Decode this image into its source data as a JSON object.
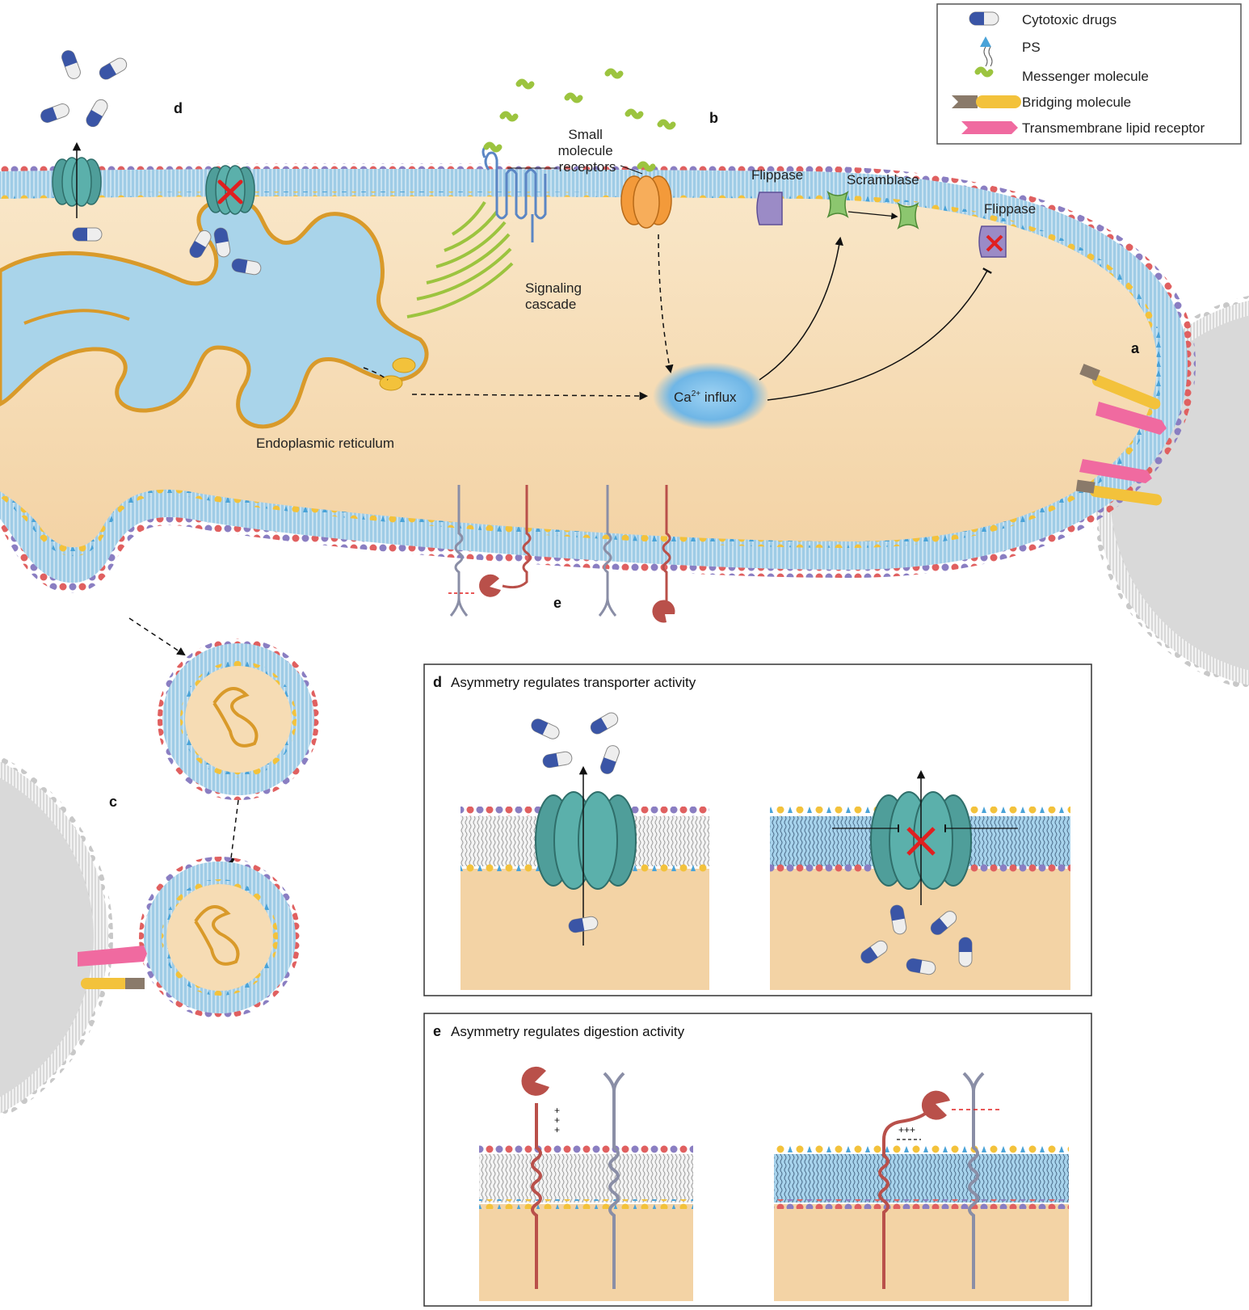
{
  "legend": {
    "items": [
      {
        "label": "Cytotoxic drugs",
        "icon": "capsule-icon"
      },
      {
        "label": "PS",
        "icon": "ps-arrow-icon"
      },
      {
        "label": "Messenger molecule",
        "icon": "messenger-molecule-icon"
      },
      {
        "label": "Bridging molecule",
        "icon": "bridging-molecule-icon"
      },
      {
        "label": "Transmembrane lipid receptor",
        "icon": "lipid-receptor-icon"
      }
    ]
  },
  "panels": {
    "a": "a",
    "b": "b",
    "c": "c",
    "d": "d",
    "e": "e"
  },
  "labels": {
    "small_molecule_receptors": [
      "Small",
      "molecule",
      "receptors"
    ],
    "signaling_cascade": [
      "Signaling",
      "cascade"
    ],
    "flippase_1": "Flippase",
    "scramblase": "Scramblase",
    "flippase_2": "Flippase",
    "ca_influx_prefix": "Ca",
    "ca_influx_sup": "2+",
    "ca_influx_suffix": " influx",
    "endoplasmic_reticulum": "Endoplasmic reticulum"
  },
  "inset_d": {
    "letter": "d",
    "title": "Asymmetry regulates transporter activity"
  },
  "inset_e": {
    "letter": "e",
    "title": "Asymmetry regulates digestion activity"
  },
  "colors": {
    "cytoplasm": "#f6dcb4",
    "er_fill": "#a9d4ea",
    "er_outline": "#d99a2a",
    "membrane_core": "#8cc3e2",
    "head_red": "#e06060",
    "head_purple": "#8a7ec2",
    "head_yellow": "#f3c23b",
    "transporter": "#4f9e9a",
    "receptor_orange": "#f39a3a",
    "flippase": "#9b8bc6",
    "scramblase": "#8cc66f",
    "messenger": "#9cc43f",
    "ca_glow": "#6fb6e6",
    "inhibit_x": "#e02020",
    "capsule_blue": "#3a55a6",
    "protein_red": "#b9504a",
    "protein_grey": "#8a8ea6"
  }
}
